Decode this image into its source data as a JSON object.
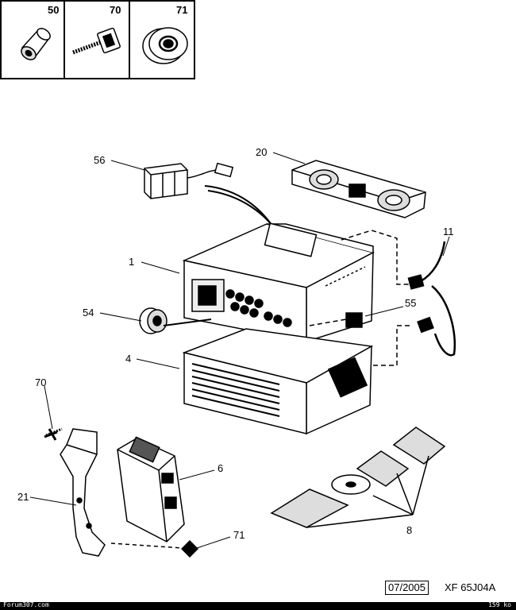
{
  "thumbnails": [
    {
      "number": "50",
      "icon": "plug-icon"
    },
    {
      "number": "70",
      "icon": "screw-icon"
    },
    {
      "number": "71",
      "icon": "grommet-icon"
    }
  ],
  "callouts": {
    "c56": "56",
    "c20": "20",
    "c11": "11",
    "c1": "1",
    "c55": "55",
    "c54": "54",
    "c4": "4",
    "c70": "70",
    "c6": "6",
    "c21": "21",
    "c71": "71",
    "c8": "8"
  },
  "footer": {
    "date": "07/2005",
    "reference": "XF 65J04A",
    "site": "Forum307.com",
    "size": "159 ko"
  }
}
